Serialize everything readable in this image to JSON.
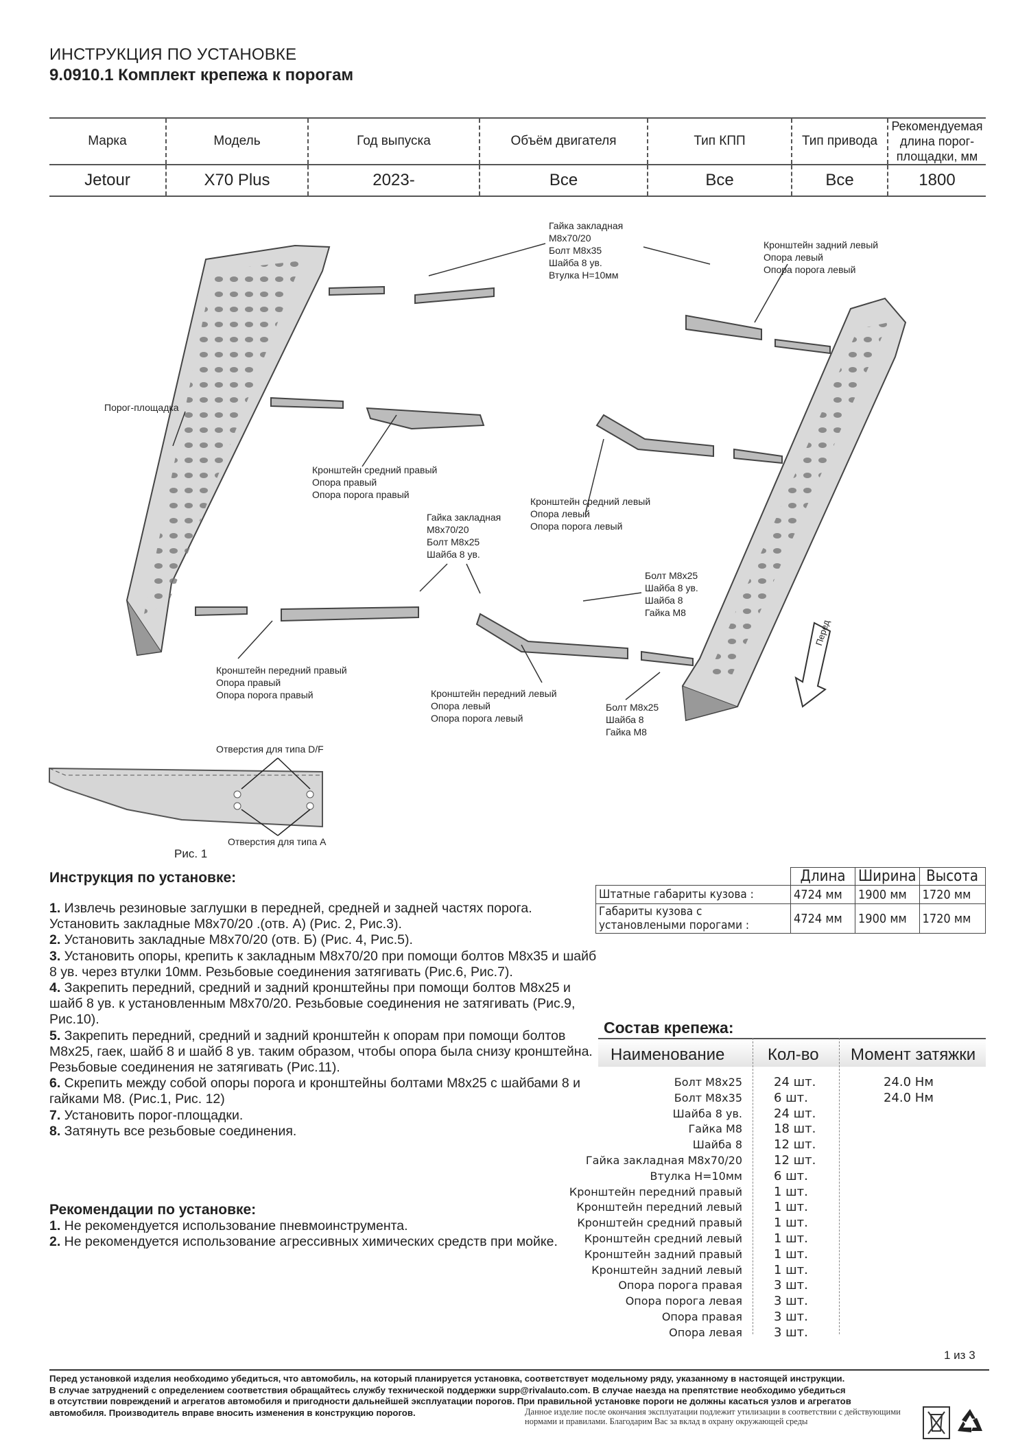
{
  "header": {
    "line1": "ИНСТРУКЦИЯ ПО УСТАНОВКЕ",
    "line2": "9.0910.1 Комплект крепежа к порогам"
  },
  "spec_table": {
    "headers": [
      "Марка",
      "Модель",
      "Год выпуска",
      "Объём двигателя",
      "Тип КПП",
      "Тип привода",
      "Рекомендуемая длина порог-площадки, мм"
    ],
    "values": [
      "Jetour",
      "X70 Plus",
      "2023-",
      "Все",
      "Все",
      "Все",
      "1800"
    ]
  },
  "diagram": {
    "labels": {
      "nut_top": [
        "Гайка закладная",
        "М8х70/20",
        "Болт М8х35",
        "Шайба 8 ув.",
        "Втулка Н=10мм"
      ],
      "rear_left": [
        "Кронштейн задний левый",
        "Опора левый",
        "Опора порога левый"
      ],
      "step": [
        "Порог-площадка"
      ],
      "mid_right": [
        "Кронштейн средний правый",
        "Опора правый",
        "Опора порога правый"
      ],
      "mid_left": [
        "Кронштейн средний левый",
        "Опора левый",
        "Опора порога левый"
      ],
      "nut_mid": [
        "Гайка закладная",
        "М8х70/20",
        "Болт М8х25",
        "Шайба 8 ув."
      ],
      "bolt_right": [
        "Болт М8х25",
        "Шайба 8 ув.",
        "Шайба 8",
        "Гайка М8"
      ],
      "front_right": [
        "Кронштейн передний правый",
        "Опора правый",
        "Опора порога правый"
      ],
      "front_left": [
        "Кронштейн передний левый",
        "Опора левый",
        "Опора порога левый"
      ],
      "bolt_bottom": [
        "Болт М8х25",
        "Шайба 8",
        "Гайка М8"
      ],
      "front_arrow": "Перед"
    },
    "holes_df": "Отверстия для типа D/F",
    "holes_a": "Отверстия для типа А",
    "fig_caption": "Рис. 1"
  },
  "instructions": {
    "title": "Инструкция по установке:",
    "steps": [
      {
        "n": "1.",
        "text": " Извлечь резиновые заглушки в передней, средней и задней частях порога. Установить закладные М8х70/20 .(отв. А) (Рис. 2, Рис.3)."
      },
      {
        "n": "2.",
        "text": " Установить закладные М8х70/20 (отв. Б) (Рис. 4, Рис.5)."
      },
      {
        "n": "3.",
        "text": " Установить опоры, крепить к закладным М8х70/20 при помощи болтов М8х35 и шайб 8 ув. через втулки 10мм. Резьбовые соединения затягивать (Рис.6, Рис.7)."
      },
      {
        "n": "4.",
        "text": " Закрепить передний, средний и задний кронштейны при помощи болтов М8х25 и шайб 8 ув. к установленным М8х70/20. Резьбовые соединения не затягивать (Рис.9, Рис.10)."
      },
      {
        "n": "5.",
        "text": " Закрепить передний, средний и задний кронштейн к опорам при помощи болтов М8х25, гаек, шайб 8 и шайб 8 ув. таким образом, чтобы опора была снизу кронштейна. Резьбовые соединения не затягивать (Рис.11)."
      },
      {
        "n": "6.",
        "text": " Скрепить между собой опоры порога и кронштейны болтами М8х25 с шайбами 8 и гайками М8. (Рис.1, Рис. 12)"
      },
      {
        "n": "7.",
        "text": " Установить порог-площадки."
      },
      {
        "n": "8.",
        "text": " Затянуть все резьбовые соединения."
      }
    ]
  },
  "recommendations": {
    "title": "Рекомендации по установке:",
    "items": [
      {
        "n": "1.",
        "text": " Не рекомендуется использование пневмоинструмента."
      },
      {
        "n": "2.",
        "text": " Не рекомендуется использование агрессивных химических средств при мойке."
      }
    ]
  },
  "dimensions": {
    "headers": [
      "Длина",
      "Ширина",
      "Высота"
    ],
    "rows": [
      {
        "label": "Штатные габариты кузова :",
        "values": [
          "4724 мм",
          "1900 мм",
          "1720 мм"
        ]
      },
      {
        "label": "Габариты кузова с установлеными порогами :",
        "values": [
          "4724 мм",
          "1900 мм",
          "1720 мм"
        ]
      }
    ]
  },
  "composition": {
    "title": "Состав крепежа:",
    "headers": [
      "Наименование",
      "Кол-во",
      "Момент затяжки"
    ],
    "items": [
      {
        "name": "Болт М8х25",
        "qty": "24 шт.",
        "torque": "24.0 Нм"
      },
      {
        "name": "Болт М8х35",
        "qty": "6 шт.",
        "torque": "24.0 Нм"
      },
      {
        "name": "Шайба 8 ув.",
        "qty": "24 шт.",
        "torque": ""
      },
      {
        "name": "Гайка М8",
        "qty": "18 шт.",
        "torque": ""
      },
      {
        "name": "Шайба 8",
        "qty": "12 шт.",
        "torque": ""
      },
      {
        "name": "Гайка закладная М8х70/20",
        "qty": "12 шт.",
        "torque": ""
      },
      {
        "name": "Втулка Н=10мм",
        "qty": "6 шт.",
        "torque": ""
      },
      {
        "name": "Кронштейн передний правый",
        "qty": "1 шт.",
        "torque": ""
      },
      {
        "name": "Кронштейн передний левый",
        "qty": "1 шт.",
        "torque": ""
      },
      {
        "name": "Кронштейн средний правый",
        "qty": "1 шт.",
        "torque": ""
      },
      {
        "name": "Кронштейн средний левый",
        "qty": "1 шт.",
        "torque": ""
      },
      {
        "name": "Кронштейн задний правый",
        "qty": "1 шт.",
        "torque": ""
      },
      {
        "name": "Кронштейн задний левый",
        "qty": "1 шт.",
        "torque": ""
      },
      {
        "name": "Опора порога правая",
        "qty": "3 шт.",
        "torque": ""
      },
      {
        "name": "Опора порога левая",
        "qty": "3 шт.",
        "torque": ""
      },
      {
        "name": "Опора правая",
        "qty": "3 шт.",
        "torque": ""
      },
      {
        "name": "Опора левая",
        "qty": "3 шт.",
        "torque": ""
      }
    ]
  },
  "page_number": "1 из 3",
  "footer": {
    "line1": "Перед установкой изделия необходимо убедиться, что автомобиль, на который планируется установка, соответствует модельному ряду, указанному в настоящей инструкции.",
    "line2": "В случае затруднений с определением соответствия обращайтесь службу технической поддержки supp@rivalauto.com. В случае наезда на препятствие необходимо убедиться",
    "line3": "в отсутствии повреждений и агрегатов автомобиля и пригодности дальнейшей эксплуатации порогов. При правильной установке пороги не должны касаться узлов и агрегатов",
    "line4": "автомобиля. Производитель вправе вносить изменения в конструкцию порогов.",
    "small1": "Данное изделие после окончания эксплуатации подлежит утилизации в соответствии с действующими",
    "small2": "нормами и правилами. Благодарим Вас за вклад в охрану окружающей среды"
  }
}
